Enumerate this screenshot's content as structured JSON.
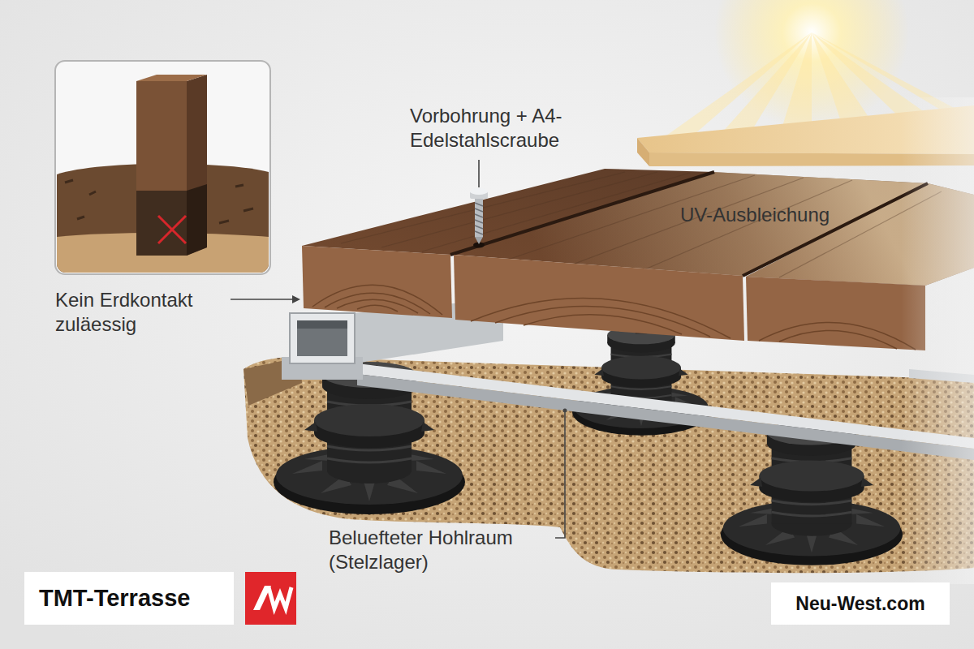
{
  "diagram": {
    "nodes": [
      {
        "text": [
          "TMT-Terrasse"
        ]
      },
      {
        "text": [
          "Neu-West.com"
        ]
      }
    ],
    "labels": [
      "Vorbohrung + A4-Edelstahlscraube",
      "UV-Ausbleichung",
      "Kein Erdkontakt zuläessig",
      "Beluefteter Hohlraum (Stelzlager)"
    ]
  }
}
